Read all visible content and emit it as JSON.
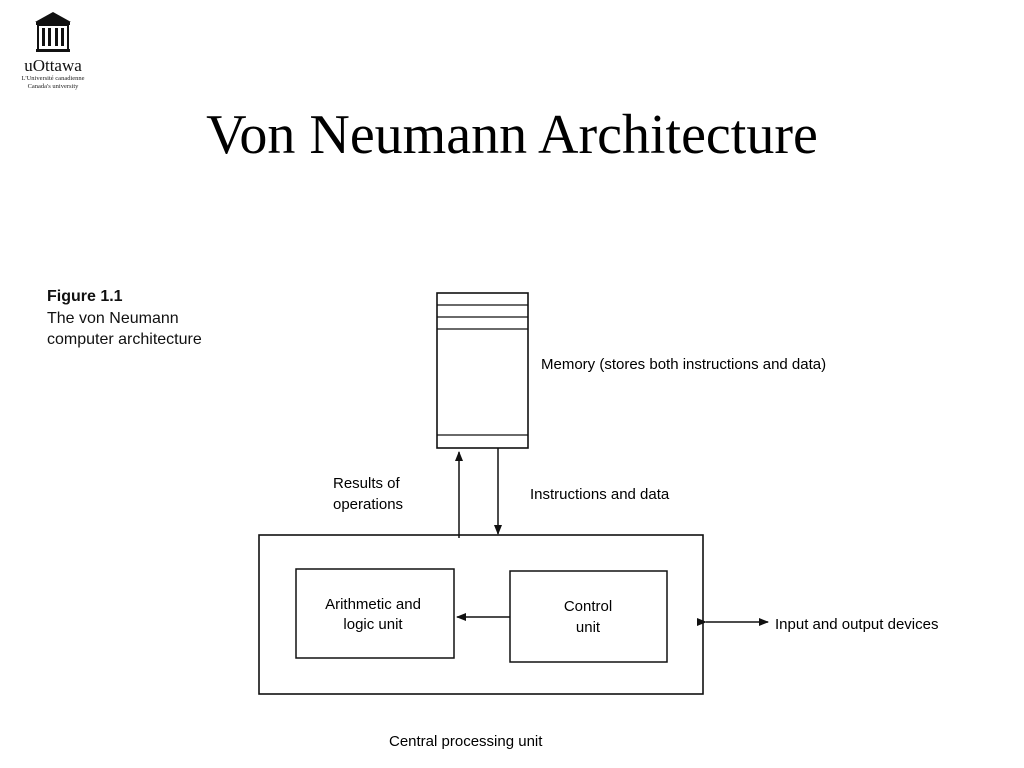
{
  "logo": {
    "name": "uOttawa",
    "tagline_fr": "L'Université canadienne",
    "tagline_en": "Canada's university"
  },
  "title": "Von Neumann Architecture",
  "figure": {
    "number": "Figure 1.1",
    "caption_line1": "The von Neumann",
    "caption_line2": "computer architecture"
  },
  "diagram": {
    "memory_label": "Memory (stores both instructions and data)",
    "results_line1": "Results of",
    "results_line2": "operations",
    "instructions_label": "Instructions and data",
    "alu_line1": "Arithmetic and",
    "alu_line2": "logic unit",
    "control_line1": "Control",
    "control_line2": "unit",
    "io_label": "Input and output devices",
    "cpu_label": "Central processing unit"
  }
}
